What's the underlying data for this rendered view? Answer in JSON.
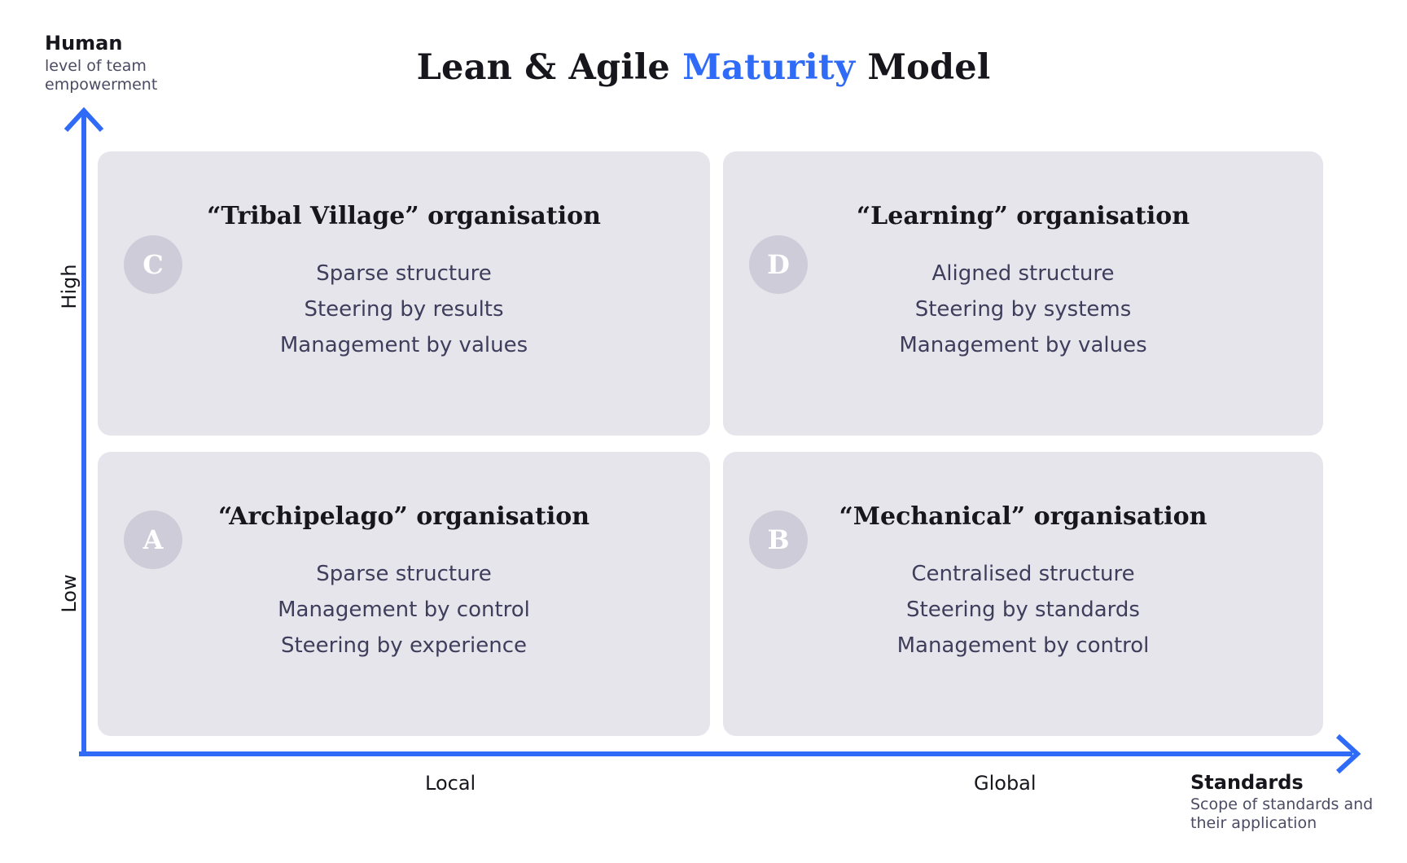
{
  "title": {
    "part1": "Lean & Agile ",
    "accent": "Maturity",
    "part2": " Model"
  },
  "colors": {
    "accent": "#2f6bf6",
    "card_bg": "#e6e5eb",
    "badge_bg": "#cdccd8",
    "heading": "#16161c",
    "body_text": "#3e3e5c"
  },
  "y_axis": {
    "caption_main": "Human",
    "caption_sub": "level of team empowerment",
    "tick_high": "High",
    "tick_low": "Low"
  },
  "x_axis": {
    "caption_main": "Standards",
    "caption_sub": "Scope of standards and their application",
    "tick_local": "Local",
    "tick_global": "Global"
  },
  "quadrants": {
    "c": {
      "badge": "C",
      "heading": "“Tribal Village” organisation",
      "lines": [
        "Sparse structure",
        "Steering by results",
        "Management by values"
      ]
    },
    "d": {
      "badge": "D",
      "heading": "“Learning” organisation",
      "lines": [
        "Aligned structure",
        "Steering by systems",
        "Management by values"
      ]
    },
    "a": {
      "badge": "A",
      "heading": "“Archipelago” organisation",
      "lines": [
        "Sparse structure",
        "Management by control",
        "Steering by experience"
      ]
    },
    "b": {
      "badge": "B",
      "heading": "“Mechanical” organisation",
      "lines": [
        "Centralised structure",
        "Steering by standards",
        "Management by control"
      ]
    }
  },
  "chart_data": {
    "type": "table",
    "title": "Lean & Agile Maturity Model",
    "xlabel": "Standards — Scope of standards and their application",
    "ylabel": "Human — level of team empowerment",
    "x_ticks": [
      "Local",
      "Global"
    ],
    "y_ticks": [
      "Low",
      "High"
    ],
    "cells": [
      {
        "id": "C",
        "x": "Local",
        "y": "High",
        "label": "“Tribal Village” organisation",
        "attributes": [
          "Sparse structure",
          "Steering by results",
          "Management by values"
        ]
      },
      {
        "id": "D",
        "x": "Global",
        "y": "High",
        "label": "“Learning” organisation",
        "attributes": [
          "Aligned structure",
          "Steering by systems",
          "Management by values"
        ]
      },
      {
        "id": "A",
        "x": "Local",
        "y": "Low",
        "label": "“Archipelago” organisation",
        "attributes": [
          "Sparse structure",
          "Management by control",
          "Steering by experience"
        ]
      },
      {
        "id": "B",
        "x": "Global",
        "y": "Low",
        "label": "“Mechanical” organisation",
        "attributes": [
          "Centralised structure",
          "Steering by standards",
          "Management by control"
        ]
      }
    ]
  }
}
